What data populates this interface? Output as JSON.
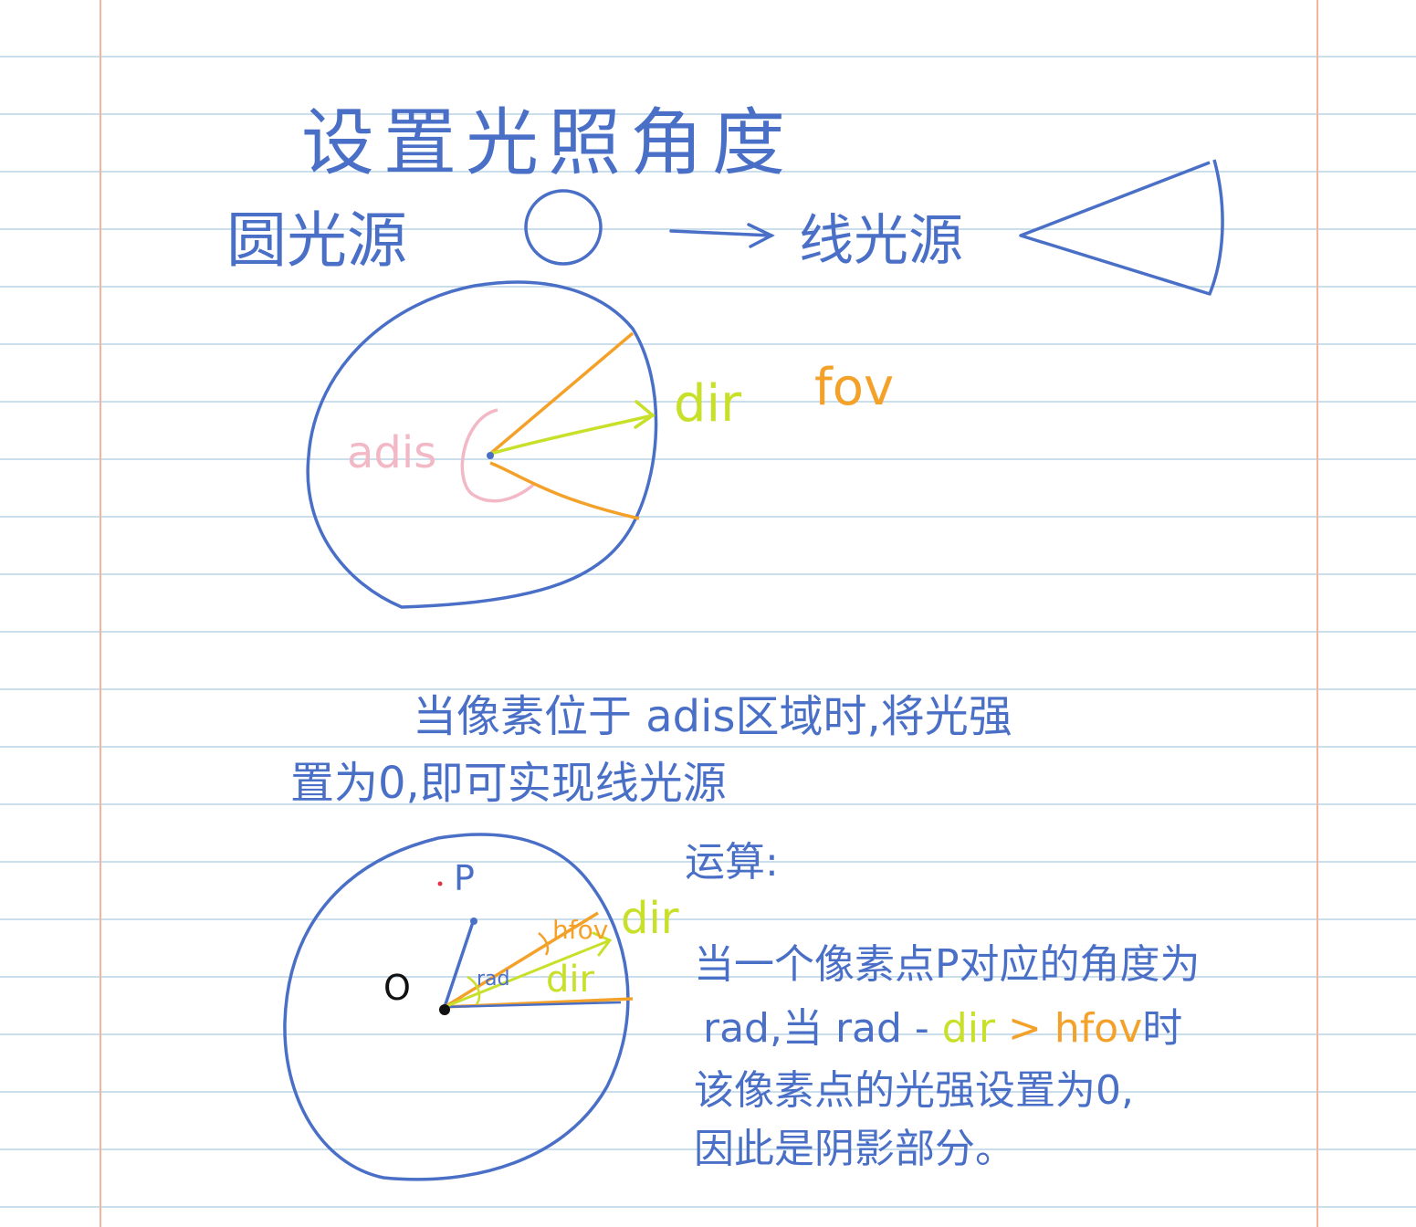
{
  "colors": {
    "ink_blue": "#4a6fc7",
    "orange": "#f4a12a",
    "yellow_green": "#c8e02a",
    "pink": "#f2b8c6",
    "ruled_line": "#b9d3e6",
    "margin_line": "#f6b49c",
    "red_dot": "#e0304a",
    "black": "#111111"
  },
  "page": {
    "title": "设置光照角度",
    "row2": {
      "left_label": "圆光源",
      "right_label": "线光源"
    }
  },
  "diagram1": {
    "adis_label": "adis",
    "dir_label": "dir",
    "fov_label": "fov"
  },
  "explanation": {
    "line1": "当像素位于 adis区域时,将光强",
    "line2": "置为0,即可实现线光源"
  },
  "diagram2": {
    "p_label": "P",
    "o_label": "O",
    "hfov_label": "hfov",
    "rad_label": "rad",
    "dir_upper_label": "dir",
    "dir_lower_label": "dir"
  },
  "calculation": {
    "heading": "运算:",
    "line1": "当一个像素点P对应的角度为",
    "line2_a": "rad,当 rad - ",
    "line2_dir": "dir",
    "line2_gt": " > ",
    "line2_hfov": "hfov",
    "line2_end": "时",
    "line3": "该像素点的光强设置为0,",
    "line4": "因此是阴影部分。"
  }
}
